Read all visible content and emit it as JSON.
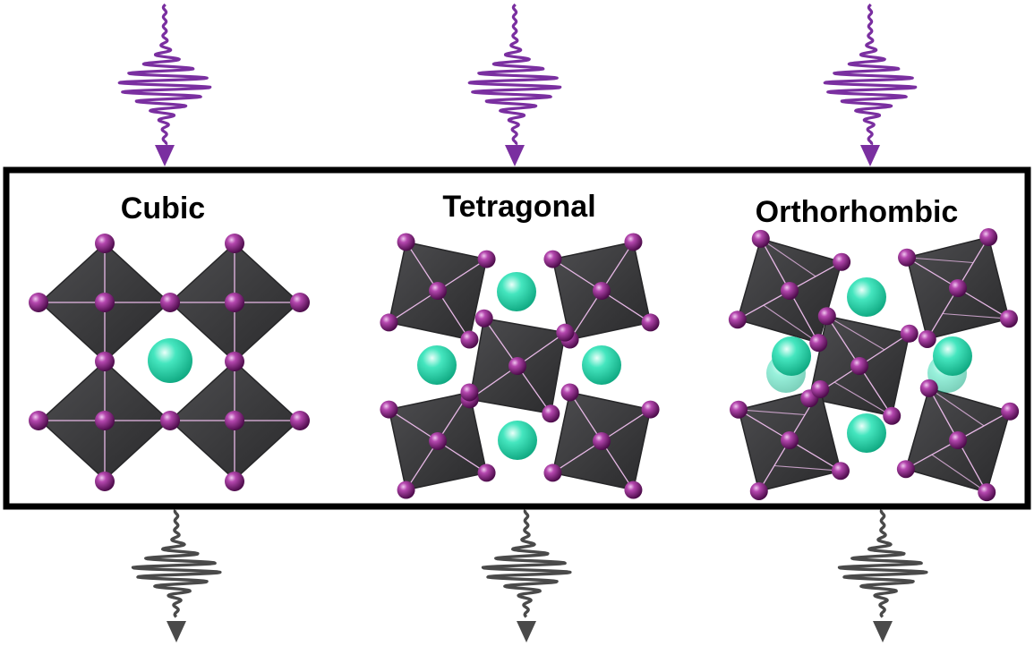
{
  "phases": [
    {
      "label": "Cubic"
    },
    {
      "label": "Tetragonal"
    },
    {
      "label": "Orthorhombic"
    }
  ],
  "colors": {
    "incoming_pulse": "#7a2fa0",
    "outgoing_pulse": "#4a4a4a",
    "octahedron": "#3b3b3d",
    "octahedron_edge": "#262628",
    "anion_atom": "#8b1f86",
    "cation_atom": "#2fd8b0",
    "bond": "#e7b8e6",
    "frame": "#000000"
  },
  "icons": {
    "incoming": "incoming-pulse-icon",
    "outgoing": "outgoing-pulse-icon",
    "anion": "purple-atom-icon",
    "cation": "teal-atom-icon"
  }
}
